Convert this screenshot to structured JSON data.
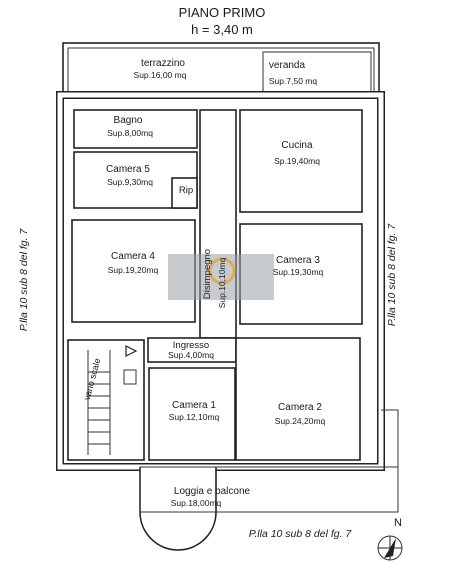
{
  "header": {
    "title": "PIANO  PRIMO",
    "height": "h = 3,40 m"
  },
  "rooms": [
    {
      "id": "terrazzino",
      "name": "terrazzino",
      "area": "Sup.16,00 mq"
    },
    {
      "id": "veranda",
      "name": "veranda",
      "area": "Sup.7,50 mq"
    },
    {
      "id": "bagno",
      "name": "Bagno",
      "area": "Sup.8,00mq"
    },
    {
      "id": "cucina",
      "name": "Cucina",
      "area": "Sp.19,40mq"
    },
    {
      "id": "camera5",
      "name": "Camera 5",
      "area": "Sup.9,30mq"
    },
    {
      "id": "rip",
      "name": "Rip",
      "area": ""
    },
    {
      "id": "camera4",
      "name": "Camera 4",
      "area": "Sup.19,20mq"
    },
    {
      "id": "disimpegno",
      "name": "Disimpegno",
      "area": "Sup.10,10mq"
    },
    {
      "id": "camera3",
      "name": "Camera 3",
      "area": "Sup.19,30mq"
    },
    {
      "id": "ingresso",
      "name": "Ingresso",
      "area": "Sup.4,00mq"
    },
    {
      "id": "vano-scale",
      "name": "vano scale",
      "area": ""
    },
    {
      "id": "camera1",
      "name": "Camera 1",
      "area": "Sup.12,10mq"
    },
    {
      "id": "camera2",
      "name": "Camera 2",
      "area": "Sup.24,20mq"
    },
    {
      "id": "loggia",
      "name": "Loggia e balcone",
      "area": "Sup.18,00mq"
    }
  ],
  "boundaries": {
    "left": "P.lla 10 sub 8 del fg. 7",
    "right": "P.lla 10 sub 8 del fg. 7",
    "bottom": "P.lla 10 sub 8 del fg. 7"
  },
  "compass": {
    "label": "N"
  }
}
